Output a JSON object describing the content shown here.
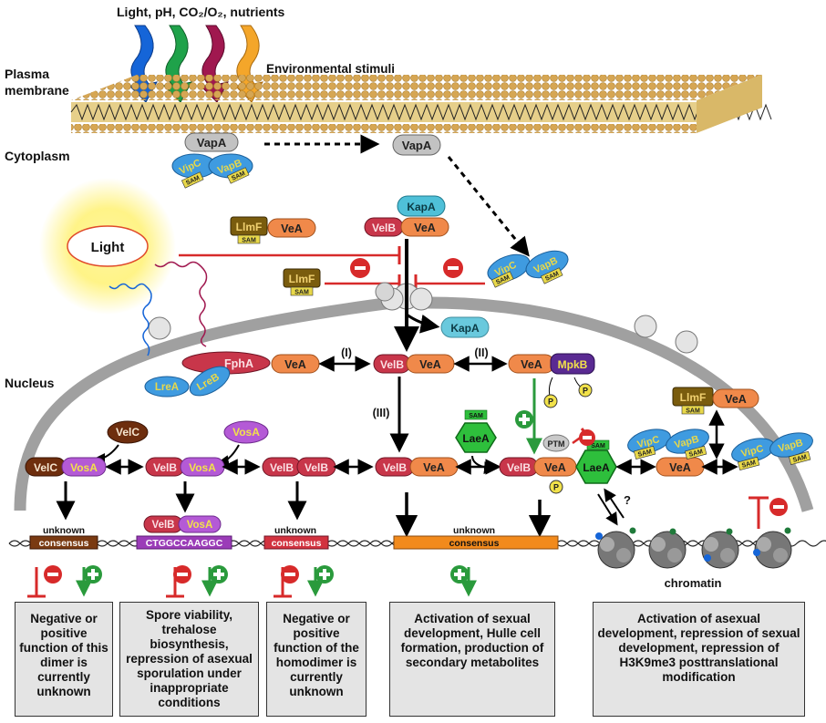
{
  "top_stimuli": "Light, pH, CO₂/O₂, nutrients",
  "env_label": "Environmental stimuli",
  "labels": {
    "plasma": "Plasma",
    "membrane": "membrane",
    "cytoplasm": "Cytoplasm",
    "nucleus": "Nucleus",
    "light": "Light",
    "chromatin": "chromatin",
    "roman1": "(I)",
    "roman2": "(II)",
    "roman3": "(III)",
    "question": "?"
  },
  "proteins": {
    "vapa": "VapA",
    "vipc": "VipC",
    "vapb": "VapB",
    "sam": "SAM",
    "llmf": "LlmF",
    "vea": "VeA",
    "velb": "VelB",
    "kapa": "KapA",
    "fpha": "FphA",
    "lrea": "LreA",
    "lreb": "LreB",
    "mpkb": "MpkB",
    "p": "P",
    "laea": "LaeA",
    "ptm": "PTM",
    "velc": "VelC",
    "vosa": "VosA"
  },
  "dna": {
    "unknown": "unknown",
    "consensus": "consensus",
    "vosa_motif": "CTGGCCAAGGC"
  },
  "boxes": [
    "Negative or positive function of this dimer is currently unknown",
    "Spore viability, trehalose biosynthesis, repression of asexual sporulation under inappropriate conditions",
    "Negative or positive function of the homodimer is currently unknown",
    "Activation of sexual development, Hulle cell formation, production of secondary metabolites",
    "Activation of asexual development, repression of sexual development, repression of H3K9me3 posttranslational modification"
  ],
  "colors": {
    "vea": "#f0894a",
    "velb": "#c8364a",
    "vipc_vapb": "#3f9be0",
    "sam_tag": "#e8d84a",
    "llmf": "#7a5c0e",
    "kapa": "#4fc0d8",
    "laea": "#2ebf3c",
    "velc": "#6e2e0e",
    "vosa": "#b45ad6",
    "mpkb": "#5a2a92",
    "inhibit": "#d72a2a",
    "activate": "#2a9a3c",
    "membrane": "#caa05a",
    "nucleus": "#a0a0a0"
  },
  "stimuli_arrow_colors": [
    "#1565d8",
    "#1fa24a",
    "#a0184f",
    "#f4a62a"
  ]
}
